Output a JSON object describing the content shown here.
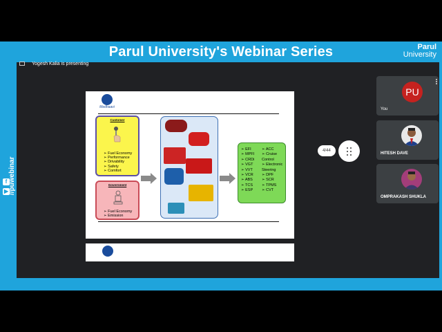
{
  "banner": {
    "title": "Parul University's Webinar Series",
    "logo_line1": "Parul",
    "logo_line2": "University",
    "side_handle": "//puwebinar"
  },
  "meeting": {
    "presenting_label": "Yogesh Kalia is presenting",
    "page_indicator": "4/44"
  },
  "slide": {
    "logo_text": "Medhaavi",
    "customer": {
      "title": "Customer",
      "items": [
        "➢ Fuel Economy",
        "➢ Performance",
        "➢ Drivability",
        "➢ Safety",
        "➢ Comfort"
      ]
    },
    "government": {
      "title": "Government",
      "items": [
        "➢ Fuel Economy",
        "➢ Emission"
      ]
    },
    "technologies_col1": [
      "➢ EFI",
      "➢ MPFI",
      "➢ CRDi",
      "➢ VGT",
      "➢ VVT",
      "➢ VCR",
      "➢ ABS",
      "➢ TCS",
      "➢ ESP"
    ],
    "technologies_col2": [
      "➢ ACC",
      "➢ Cruise",
      "Control",
      "➢ Electronic",
      "Steering",
      "➢ DPF",
      "➢ SCR",
      "➢ TPMS",
      "➢ CVT"
    ]
  },
  "participants": [
    {
      "name": "You",
      "initials": "PU",
      "color": "#c5221f"
    },
    {
      "name": "HITESH DAVE"
    },
    {
      "name": "OMPRAKASH SHUKLA"
    }
  ],
  "colors": {
    "band": "#1fa4dc",
    "meet_bg": "#202124",
    "tile_bg": "#3c4043"
  }
}
